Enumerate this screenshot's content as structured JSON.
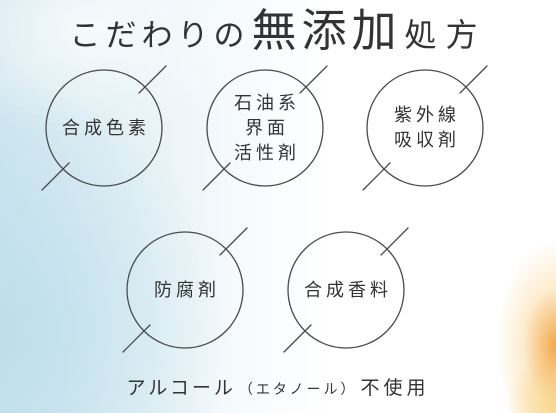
{
  "title": {
    "part1": "こだわりの",
    "part2": "無添加",
    "part3": "処方"
  },
  "badges": [
    {
      "lines": [
        "合成色素"
      ]
    },
    {
      "lines": [
        "石油系",
        "界面",
        "活性剤"
      ]
    },
    {
      "lines": [
        "紫外線",
        "吸収剤"
      ]
    },
    {
      "lines": [
        "防腐剤"
      ]
    },
    {
      "lines": [
        "合成香料"
      ]
    }
  ],
  "footnote": {
    "main": "アルコール",
    "paren": "（エタノール）",
    "suffix": "不使用"
  },
  "colors": {
    "text": "#333333",
    "stroke": "#4a4a4a",
    "background_tint": "#cfe6ef",
    "accent_blur": "#f2a94a"
  }
}
